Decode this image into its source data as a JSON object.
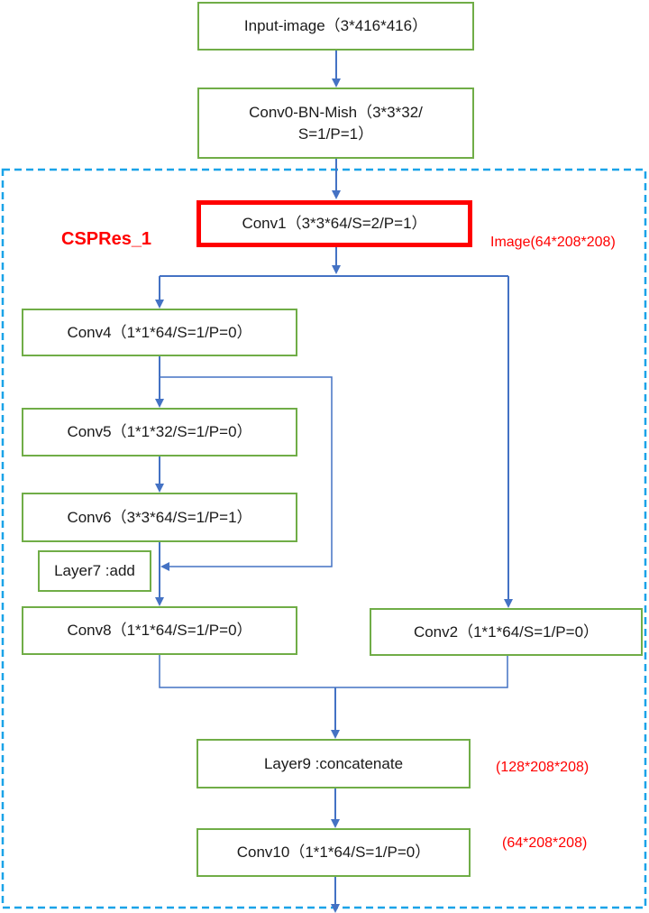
{
  "colors": {
    "box_border": "#70ad47",
    "highlight_border": "#ff0000",
    "arrow": "#4472c4",
    "dashed_border": "#1aa3e8",
    "note": "#ff0000"
  },
  "module_label": "CSPRes_1",
  "nodes": {
    "input": "Input-image（3*416*416）",
    "conv0": "Conv0-BN-Mish（3*3*32/ S=1/P=1）",
    "conv1": "Conv1（3*3*64/S=2/P=1）",
    "conv4": "Conv4（1*1*64/S=1/P=0）",
    "conv5": "Conv5（1*1*32/S=1/P=0）",
    "conv6": "Conv6（3*3*64/S=1/P=1）",
    "layer7": "Layer7 :add",
    "conv8": "Conv8（1*1*64/S=1/P=0）",
    "conv2": "Conv2（1*1*64/S=1/P=0）",
    "layer9": "Layer9 :concatenate",
    "conv10": "Conv10（1*1*64/S=1/P=0）"
  },
  "notes": {
    "image_shape": "Image(64*208*208)",
    "concat_shape": "(128*208*208)",
    "conv10_shape": "(64*208*208)"
  }
}
